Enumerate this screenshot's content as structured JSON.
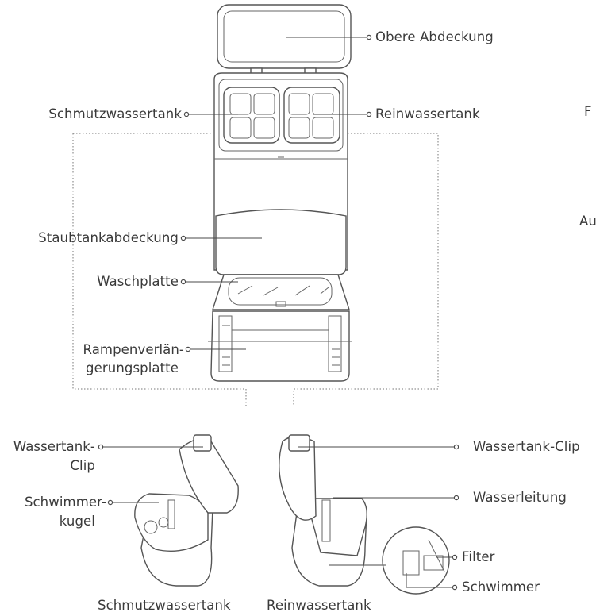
{
  "labels": {
    "top_cover": "Obere Abdeckung",
    "dirty_tank": "Schmutzwassertank",
    "clean_tank": "Reinwassertank",
    "dust_cover": "Staubtankabdeckung",
    "wash_plate": "Waschplatte",
    "ramp_line1": "Rampenverlän-",
    "ramp_line2": "gerungsplatte",
    "tank_clip_l1": "Wassertank-",
    "tank_clip_l2": "Clip",
    "float_l1": "Schwimmer-",
    "float_l2": "kugel",
    "tank_clip_right": "Wassertank-Clip",
    "water_pipe": "Wasserleitung",
    "filter": "Filter",
    "float": "Schwimmer",
    "bottom_dirty": "Schmutzwassertank",
    "bottom_clean": "Reinwassertank",
    "edge_f": "F",
    "edge_au": "Au"
  }
}
